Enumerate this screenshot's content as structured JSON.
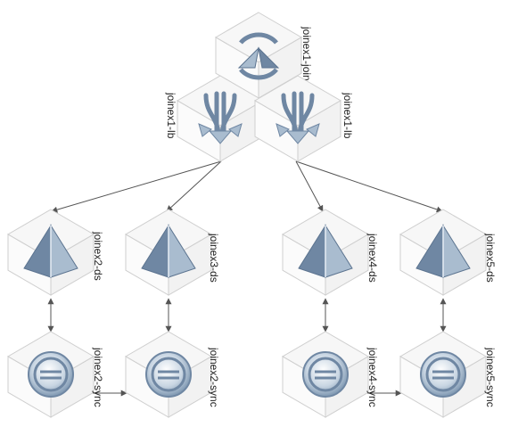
{
  "diagram": {
    "nodes": [
      {
        "id": "join",
        "label": "joinex1-join",
        "icon": "join-rotate-icon"
      },
      {
        "id": "lb_left",
        "label": "joinex1-lb",
        "icon": "merge-arrows-icon"
      },
      {
        "id": "lb_right",
        "label": "joinex1-lb",
        "icon": "merge-arrows-icon"
      },
      {
        "id": "ds2",
        "label": "joinex2-ds",
        "icon": "pyramid-icon"
      },
      {
        "id": "ds3",
        "label": "joinex3-ds",
        "icon": "pyramid-icon"
      },
      {
        "id": "ds4",
        "label": "joinex4-ds",
        "icon": "pyramid-icon"
      },
      {
        "id": "ds5",
        "label": "joinex5-ds",
        "icon": "pyramid-icon"
      },
      {
        "id": "sync2a",
        "label": "joinex2-sync",
        "icon": "sync-disc-icon"
      },
      {
        "id": "sync2b",
        "label": "joinex2-sync",
        "icon": "sync-disc-icon"
      },
      {
        "id": "sync4",
        "label": "joinex4-sync",
        "icon": "sync-disc-icon"
      },
      {
        "id": "sync5",
        "label": "joinex5-sync",
        "icon": "sync-disc-icon"
      }
    ],
    "edges": [
      {
        "from": "lb_left",
        "to": "ds2",
        "style": "arrow"
      },
      {
        "from": "lb_left",
        "to": "ds3",
        "style": "arrow"
      },
      {
        "from": "lb_right",
        "to": "ds4",
        "style": "arrow"
      },
      {
        "from": "lb_right",
        "to": "ds5",
        "style": "arrow"
      },
      {
        "from": "ds2",
        "to": "sync2a",
        "style": "double-arrow"
      },
      {
        "from": "ds3",
        "to": "sync2b",
        "style": "double-arrow"
      },
      {
        "from": "ds4",
        "to": "sync4",
        "style": "double-arrow"
      },
      {
        "from": "ds5",
        "to": "sync5",
        "style": "double-arrow"
      },
      {
        "from": "sync2a",
        "to": "sync2b",
        "style": "arrow"
      },
      {
        "from": "sync4",
        "to": "sync5",
        "style": "arrow"
      }
    ],
    "colors": {
      "icon_fill": "#a9bccf",
      "icon_dark": "#6f87a3",
      "icon_light": "#e6edf4",
      "edge": "#555555"
    }
  }
}
